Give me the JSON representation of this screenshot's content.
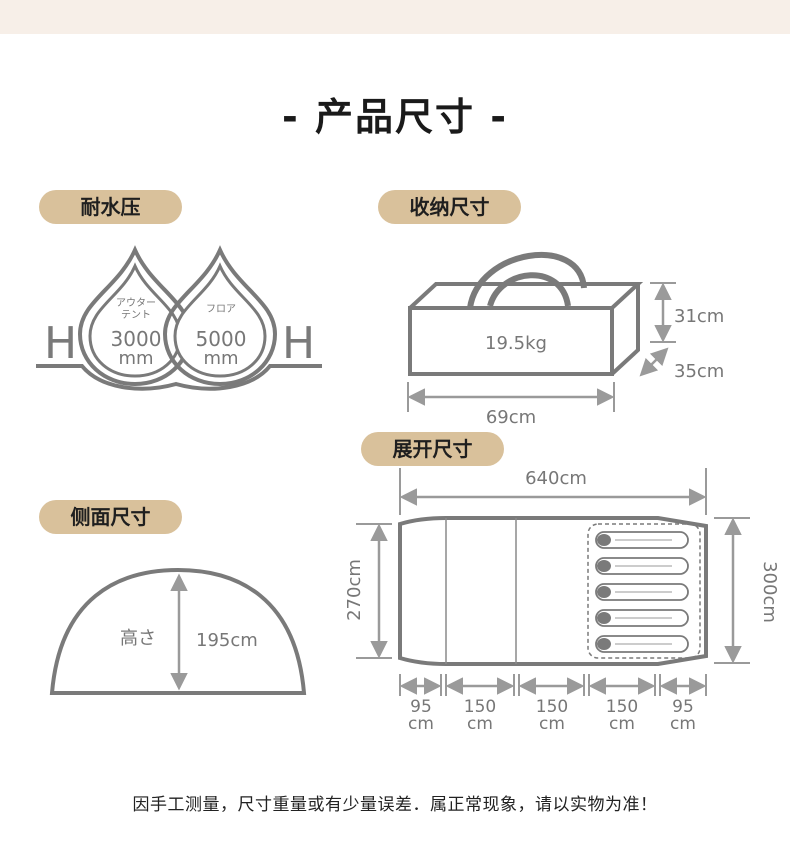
{
  "header": {
    "title": "- 产品尺寸 -"
  },
  "sections": {
    "water_pressure": "耐水压",
    "packed_size": "收纳尺寸",
    "expanded_size": "展开尺寸",
    "side_size": "侧面尺寸"
  },
  "water_pressure": {
    "left_letter": "H",
    "right_letter": "H",
    "outer_tent_label_1": "アウター",
    "outer_tent_label_2": "テント",
    "outer_tent_value": "3000",
    "floor_label": "フロア",
    "floor_value": "5000",
    "unit": "mm"
  },
  "packed": {
    "weight": "19.5kg",
    "height": "31cm",
    "depth": "35cm",
    "width": "69cm"
  },
  "expanded": {
    "length": "640cm",
    "inner_width": "270cm",
    "outer_width": "300cm",
    "segments": [
      {
        "value": "95",
        "unit": "cm"
      },
      {
        "value": "150",
        "unit": "cm"
      },
      {
        "value": "150",
        "unit": "cm"
      },
      {
        "value": "150",
        "unit": "cm"
      },
      {
        "value": "95",
        "unit": "cm"
      }
    ]
  },
  "side": {
    "height_label": "高さ",
    "height_value": "195cm"
  },
  "footer": {
    "note": "因手工测量，尺寸重量或有少量误差．属正常现象，请以实物为准！"
  }
}
